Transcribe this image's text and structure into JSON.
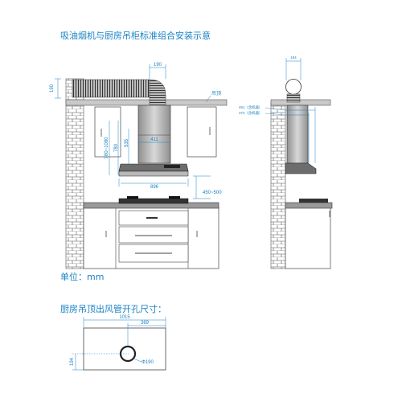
{
  "texts": {
    "title": "吸油烟机与厨房吊柜标准组合安装示意",
    "unit": "单位：mm",
    "hole_title": "厨房吊顶出风管开孔尺寸：",
    "ceiling": "吊顶"
  },
  "front_dims": {
    "top_left": "190",
    "duct_width": "190",
    "chimney": "411",
    "range": "780~1080",
    "inner": "780",
    "chimney_h": "535",
    "hood_width": "896",
    "hood_to_stove": "450~500"
  },
  "side_dims": {
    "duct": "194",
    "depth_max": "451（含机器）",
    "depth_min": "374（含机器）"
  },
  "hole_dims": {
    "width": "1015",
    "offset": "369",
    "height": "194",
    "diameter": "Φ190"
  },
  "colors": {
    "accent": "#1a82c4",
    "line": "#444444",
    "brick": "#ffffff"
  }
}
